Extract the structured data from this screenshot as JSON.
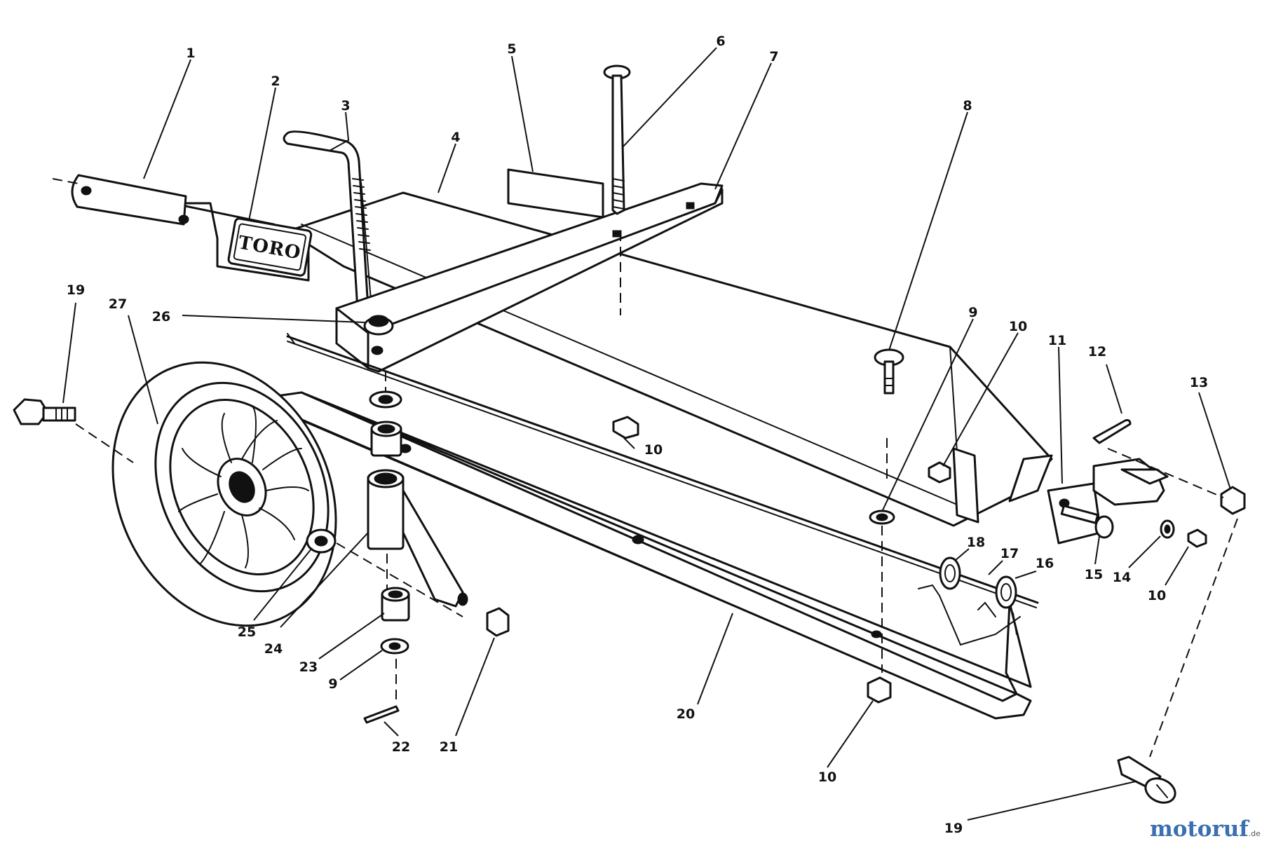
{
  "brand_plate": {
    "text": "TORO"
  },
  "watermark": {
    "name": "motoruf",
    "suffix": ".de"
  },
  "callouts": [
    {
      "id": "c1",
      "label": "1"
    },
    {
      "id": "c2",
      "label": "2"
    },
    {
      "id": "c3",
      "label": "3"
    },
    {
      "id": "c4",
      "label": "4"
    },
    {
      "id": "c5",
      "label": "5"
    },
    {
      "id": "c6",
      "label": "6"
    },
    {
      "id": "c7",
      "label": "7"
    },
    {
      "id": "c8",
      "label": "8"
    },
    {
      "id": "c9a",
      "label": "9"
    },
    {
      "id": "c10a",
      "label": "10"
    },
    {
      "id": "c11",
      "label": "11"
    },
    {
      "id": "c12",
      "label": "12"
    },
    {
      "id": "c13",
      "label": "13"
    },
    {
      "id": "c19a",
      "label": "19"
    },
    {
      "id": "c27",
      "label": "27"
    },
    {
      "id": "c26",
      "label": "26"
    },
    {
      "id": "c10b",
      "label": "10"
    },
    {
      "id": "c18",
      "label": "18"
    },
    {
      "id": "c17",
      "label": "17"
    },
    {
      "id": "c16",
      "label": "16"
    },
    {
      "id": "c15",
      "label": "15"
    },
    {
      "id": "c14",
      "label": "14"
    },
    {
      "id": "c10c",
      "label": "10"
    },
    {
      "id": "c25",
      "label": "25"
    },
    {
      "id": "c24",
      "label": "24"
    },
    {
      "id": "c23",
      "label": "23"
    },
    {
      "id": "c9b",
      "label": "9"
    },
    {
      "id": "c20",
      "label": "20"
    },
    {
      "id": "c22",
      "label": "22"
    },
    {
      "id": "c21",
      "label": "21"
    },
    {
      "id": "c10d",
      "label": "10"
    },
    {
      "id": "c19b",
      "label": "19"
    }
  ]
}
